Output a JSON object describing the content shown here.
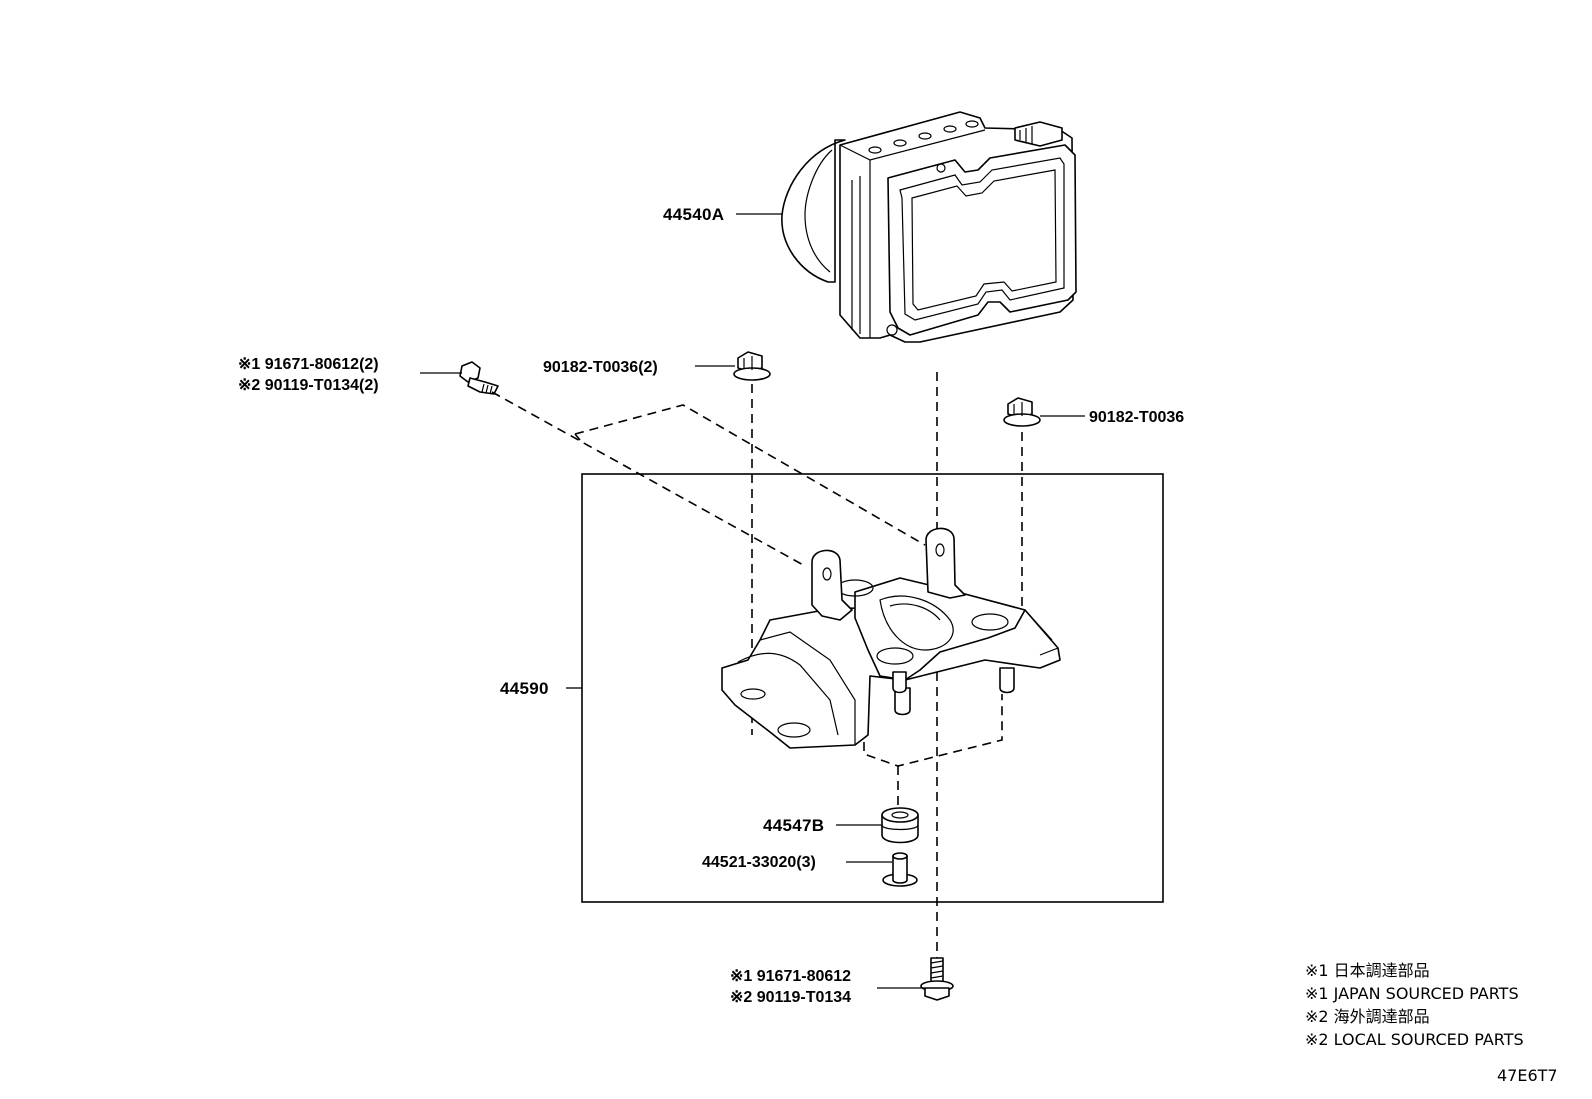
{
  "labels": {
    "abs_actuator": "44540A",
    "bracket": "44590",
    "bolt_top_1": "※1 91671-80612(2)",
    "bolt_top_2": "※2 90119-T0134(2)",
    "nut_left": "90182-T0036(2)",
    "nut_right": "90182-T0036",
    "cushion": "44547B",
    "collar": "44521-33020(3)",
    "bolt_bottom_1": "※1 91671-80612",
    "bolt_bottom_2": "※2 90119-T0134"
  },
  "notes": [
    "※1 日本調達部品",
    "※1 JAPAN SOURCED PARTS",
    "※2 海外調達部品",
    "※2 LOCAL SOURCED PARTS"
  ],
  "figure_code": "47E6T7"
}
